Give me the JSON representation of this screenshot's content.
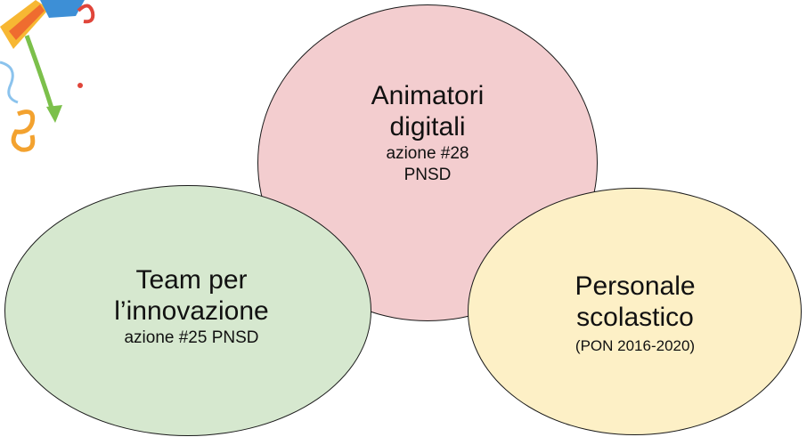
{
  "colors": {
    "top_fill": "#f3cdcf",
    "left_fill": "#d6e8cf",
    "right_fill": "#fdf0c6",
    "outline": "#1a1a1a"
  },
  "top": {
    "title_line1": "Animatori",
    "title_line2": "digitali",
    "sub_line1": "azione #28",
    "sub_line2": "PNSD"
  },
  "left": {
    "title_line1": "Team per",
    "title_line2": "l’innovazione",
    "sub_line1": "azione #25 PNSD"
  },
  "right": {
    "title_line1": "Personale",
    "title_line2": "scolastico",
    "sub_line1": "(PON 2016-2020)"
  },
  "decor_icon": "colorful-arrow-and-scribble-icon"
}
